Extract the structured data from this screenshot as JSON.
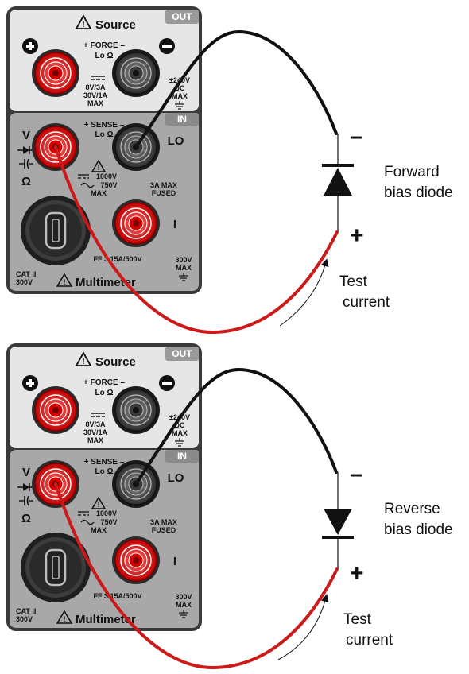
{
  "panels": [
    {
      "source_label": "Source",
      "out_tag": "OUT",
      "in_tag": "IN",
      "force_label": "+ FORCE –",
      "lo_ohm_label": "Lo Ω",
      "source_rating_1": "8V/3A",
      "source_rating_2": "30V/1A",
      "source_rating_3": "MAX",
      "dc_rating_1": "±240V",
      "dc_rating_2": "DC",
      "dc_rating_3": "MAX",
      "sense_label": "+ SENSE –",
      "sense_lo_ohm": "Lo Ω",
      "v_label": "V",
      "ohm_label": "Ω",
      "lo_label": "LO",
      "i_label": "I",
      "meas_rating_1": "1000V",
      "meas_rating_2": "750V",
      "meas_rating_3": "MAX",
      "fused_1": "3A MAX",
      "fused_2": "FUSED",
      "fuse_label": "FF 3.15A/500V",
      "gnd_rating_1": "300V",
      "gnd_rating_2": "MAX",
      "cat_1": "CAT II",
      "cat_2": "300V",
      "multimeter_label": "Multimeter",
      "diode_label_1": "Forward",
      "diode_label_2": "bias diode",
      "minus_sign": "–",
      "plus_sign": "+",
      "current_label_1": "Test",
      "current_label_2": "current"
    },
    {
      "source_label": "Source",
      "out_tag": "OUT",
      "in_tag": "IN",
      "force_label": "+ FORCE –",
      "lo_ohm_label": "Lo Ω",
      "source_rating_1": "8V/3A",
      "source_rating_2": "30V/1A",
      "source_rating_3": "MAX",
      "dc_rating_1": "±240V",
      "dc_rating_2": "DC",
      "dc_rating_3": "MAX",
      "sense_label": "+ SENSE –",
      "sense_lo_ohm": "Lo Ω",
      "v_label": "V",
      "ohm_label": "Ω",
      "lo_label": "LO",
      "i_label": "I",
      "meas_rating_1": "1000V",
      "meas_rating_2": "750V",
      "meas_rating_3": "MAX",
      "fused_1": "3A MAX",
      "fused_2": "FUSED",
      "fuse_label": "FF 3.15A/500V",
      "gnd_rating_1": "300V",
      "gnd_rating_2": "MAX",
      "cat_1": "CAT II",
      "cat_2": "300V",
      "multimeter_label": "Multimeter",
      "diode_label_1": "Reverse",
      "diode_label_2": "bias diode",
      "minus_sign": "–",
      "plus_sign": "+",
      "current_label_1": "Test",
      "current_label_2": "current"
    }
  ],
  "colors": {
    "red_lead": "#cc1a1a",
    "black_lead": "#111111",
    "panel_light": "#e6e6e6",
    "panel_dark": "#a8a8a8",
    "tag_gray": "#9a9a9a"
  }
}
